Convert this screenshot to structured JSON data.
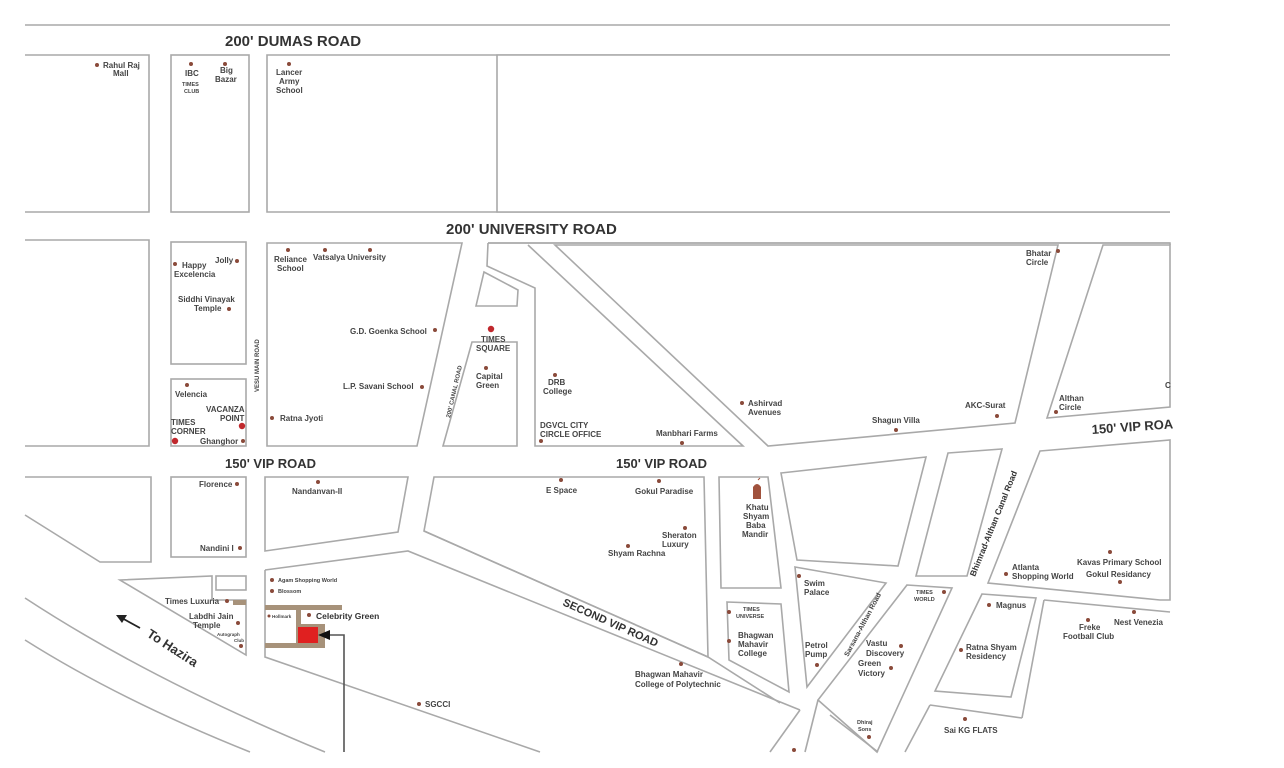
{
  "map": {
    "colors": {
      "background": "#ffffff",
      "block_stroke": "#a9a9a9",
      "poi_dot": "#8a4a3a",
      "highlight_dot": "#c0282d",
      "project_marker": "#e02020",
      "site_road": "#a7927a",
      "text": "#333333"
    },
    "roads": {
      "dumas": "200' DUMAS ROAD",
      "university": "200' UNIVERSITY ROAD",
      "vip_left": "150' VIP ROAD",
      "vip_center": "150' VIP ROAD",
      "vip_right": "150' VIP ROA",
      "second_vip": "SECOND VIP ROAD",
      "canal": "200' CANAL ROAD",
      "vesu_main": "VESU MAIN ROAD",
      "bhimrad_althan": "Bhimrad-Althan Canal Road",
      "sarsana_althan": "Sarsana-Althan Road",
      "to_hazira": "To Hazira"
    },
    "pois": {
      "rahul_raj_mall": [
        "Rahul Raj",
        "Mall"
      ],
      "ibc": "IBC",
      "times_club": [
        "TIMES",
        "CLUB"
      ],
      "big_bazar": [
        "Big",
        "Bazar"
      ],
      "lancer_army_school": [
        "Lancer",
        "Army",
        "School"
      ],
      "happy_excelencia": [
        "Happy",
        "Excelencia"
      ],
      "jolly": "Jolly",
      "siddhi_vinayak_temple": [
        "Siddhi Vinayak",
        "Temple"
      ],
      "reliance_school": [
        "Reliance",
        "School"
      ],
      "vatsalya_university": "Vatsalya University",
      "gd_goenka_school": "G.D. Goenka School",
      "lp_savani_school": "L.P. Savani School",
      "ratna_jyoti": "Ratna Jyoti",
      "velencia": "Velencia",
      "vacanza_point": [
        "VACANZA",
        "POINT"
      ],
      "times_corner": [
        "TIMES",
        "CORNER"
      ],
      "ghanghor": "Ghanghor",
      "times_square": [
        "TIMES",
        "SQUARE"
      ],
      "capital_green": [
        "Capital",
        "Green"
      ],
      "drb_college": [
        "DRB",
        "College"
      ],
      "dgvcl": [
        "DGVCL CITY",
        "CIRCLE OFFICE"
      ],
      "manbhari_farms": "Manbhari Farms",
      "ashirvad_avenues": [
        "Ashirvad",
        "Avenues"
      ],
      "shagun_villa": "Shagun Villa",
      "akc_surat": "AKC-Surat",
      "bhatar_circle": [
        "Bhatar",
        "Circle"
      ],
      "althan_circle": [
        "Althan",
        "Circle"
      ],
      "florence": "Florence",
      "nandini_i": "Nandini I",
      "nandanvan_ii": "Nandanvan-II",
      "agam_shopping_world": "Agam Shopping World",
      "blossom": "Blossom",
      "hollmark": "Hollmark",
      "celebrity_green": "Celebrity Green",
      "times_luxuria": "Times Luxuria",
      "labdhi_jain_temple": [
        "Labdhi Jain",
        "Temple"
      ],
      "autograph_club": [
        "Autograph",
        "Club"
      ],
      "sgcci": "SGCCI",
      "e_space": "E Space",
      "gokul_paradise": "Gokul Paradise",
      "sheraton_luxury": [
        "Sheraton",
        "Luxury"
      ],
      "shyam_rachna": "Shyam Rachna",
      "khatu_shyam": [
        "Khatu",
        "Shyam",
        "Baba",
        "Mandir"
      ],
      "times_universe": [
        "TIMES",
        "UNIVERSE"
      ],
      "bhagwan_mahavir_college": [
        "Bhagwan",
        "Mahavir",
        "College"
      ],
      "bhagwan_mahavir_polytechnic": [
        "Bhagwan Mahavir",
        "College of Polytechnic"
      ],
      "swim_palace": [
        "Swim",
        "Palace"
      ],
      "petrol_pump": [
        "Petrol",
        "Pump"
      ],
      "vastu_discovery": [
        "Vastu",
        "Discovery"
      ],
      "green_victory": [
        "Green",
        "Victory"
      ],
      "dhiraj_sons": [
        "Dhiraj",
        "Sons"
      ],
      "times_world": [
        "TIMES",
        "WORLD"
      ],
      "atlanta_shopping_world": [
        "Atlanta",
        "Shopping World"
      ],
      "kavas_primary_school": "Kavas Primary School",
      "gokul_residancy": "Gokul Residancy",
      "magnus": "Magnus",
      "ratna_shyam_residency": [
        "Ratna Shyam",
        "Residency"
      ],
      "freke_football_club": [
        "Freke",
        "Football Club"
      ],
      "nest_venezia": "Nest Venezia",
      "sai_kg_flats": "Sai KG FLATS",
      "edge_partial": "C"
    }
  }
}
